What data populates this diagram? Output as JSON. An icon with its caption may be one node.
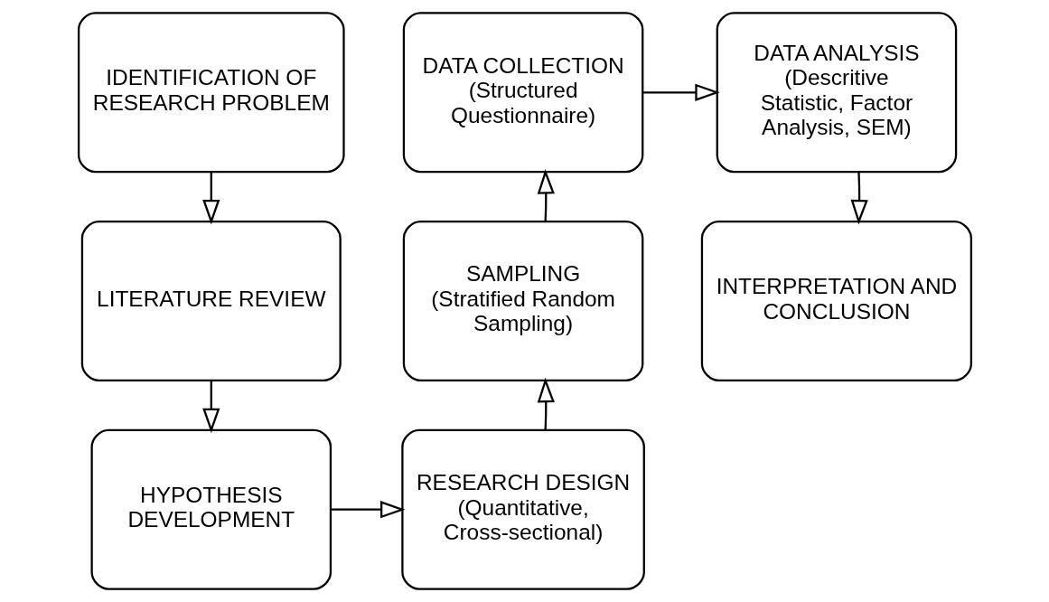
{
  "diagram": {
    "nodes": [
      {
        "text": [
          "IDENTIFICATION OF RESEARCH PROBLEM"
        ]
      },
      {
        "text": [
          "LITERATURE REVIEW"
        ]
      },
      {
        "text": [
          "HYPOTHESIS DEVELOPMENT"
        ]
      },
      {
        "text": [
          "RESEARCH DESIGN",
          "(Quantitative, Cross-sectional)"
        ]
      },
      {
        "text": [
          "SAMPLING",
          "(Stratified Random Sampling)"
        ]
      },
      {
        "text": [
          "DATA COLLECTION",
          "(Structured Questionnaire)"
        ]
      },
      {
        "text": [
          "DATA ANALYSIS",
          "(Descritive Statistic, Factor Analysis, SEM)"
        ]
      },
      {
        "text": [
          "INTERPRETATION AND CONCLUSION"
        ]
      }
    ],
    "edges": [
      {
        "from": 0,
        "to": 1,
        "arrow": "to"
      },
      {
        "from": 1,
        "to": 2,
        "arrow": "to"
      },
      {
        "from": 2,
        "to": 3,
        "arrow": "to"
      },
      {
        "from": 3,
        "to": 4,
        "arrow": "to"
      },
      {
        "from": 4,
        "to": 5,
        "arrow": "to"
      },
      {
        "from": 5,
        "to": 6,
        "arrow": "to"
      },
      {
        "from": 6,
        "to": 7,
        "arrow": "to"
      }
    ]
  }
}
